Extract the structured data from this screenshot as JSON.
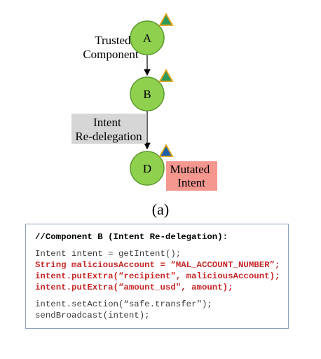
{
  "diagram": {
    "nodes": {
      "a": "A",
      "b": "B",
      "d": "D"
    },
    "edge_ab_label": [
      "Trusted",
      "Component"
    ],
    "edge_bd_label": [
      "Intent",
      "Re-delegation"
    ],
    "mutated_label": [
      "Mutated",
      "Intent"
    ],
    "caption": "(a)",
    "colors": {
      "node_fill": "#8fd14f",
      "node_stroke": "#5b9a2e",
      "triangle_green": "#2e9a5a",
      "triangle_blue": "#1f5fa8",
      "triangle_outline": "#e0a21a",
      "gray_box": "#d6d6d6",
      "pink_box": "#f3978f",
      "code_border": "#8ea3bf",
      "code_highlight": "#c62828"
    }
  },
  "code": {
    "title": "//Component B (Intent Re-delegation):",
    "line1": "Intent intent = getIntent();",
    "line2": "String maliciousAccount = “MAL_ACCOUNT_NUMBER”;",
    "line3": "intent.putExtra(“recipient\", maliciousAccount);",
    "line4": "intent.putExtra(“amount_usd\", amount);",
    "line5": "intent.setAction(“safe.transfer\");",
    "line6": "sendBroadcast(intent);"
  }
}
